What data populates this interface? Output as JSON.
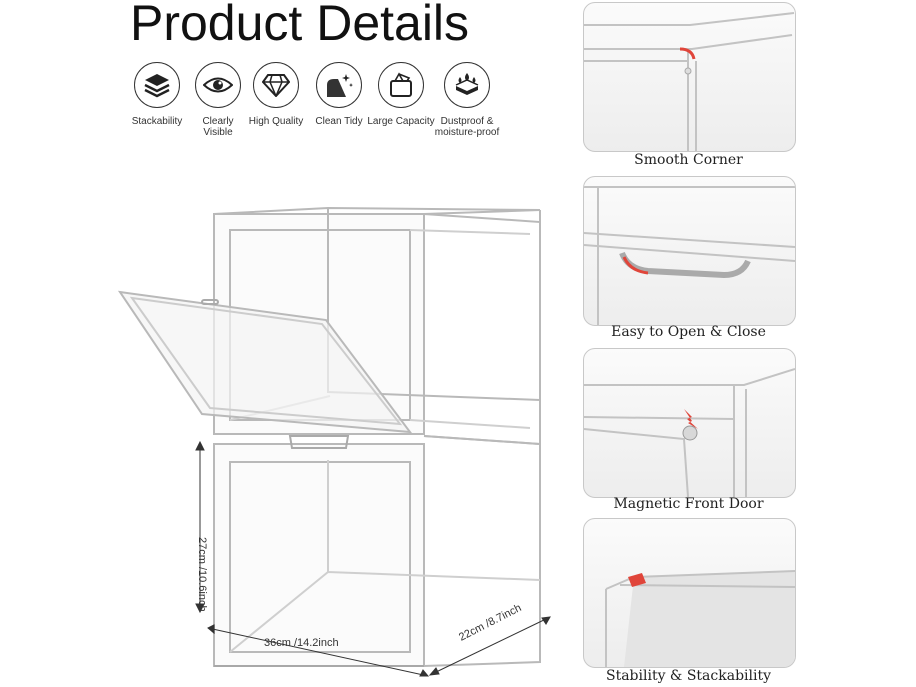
{
  "title": "Product Details",
  "features": [
    {
      "icon": "stack-icon",
      "label_lines": [
        "Stackability"
      ]
    },
    {
      "icon": "eye-icon",
      "label_lines": [
        "Clearly",
        "Visible"
      ]
    },
    {
      "icon": "diamond-icon",
      "label_lines": [
        "High Quality"
      ]
    },
    {
      "icon": "sparkle-icon",
      "label_lines": [
        "Clean Tidy"
      ]
    },
    {
      "icon": "bag-icon",
      "label_lines": [
        "Large Capacity"
      ]
    },
    {
      "icon": "waterproof-icon",
      "label_lines": [
        "Dustproof &",
        "moisture-proof"
      ]
    }
  ],
  "dimensions": {
    "height": "27cm /10.6inch",
    "width": "36cm /14.2inch",
    "depth": "22cm /8.7inch"
  },
  "details": [
    {
      "caption": "Smooth Corner"
    },
    {
      "caption": "Easy to Open & Close"
    },
    {
      "caption": "Magnetic Front Door"
    },
    {
      "caption": "Stability & Stackability"
    }
  ],
  "colors": {
    "accent": "#e0453a",
    "line": "#b9b9b9"
  }
}
